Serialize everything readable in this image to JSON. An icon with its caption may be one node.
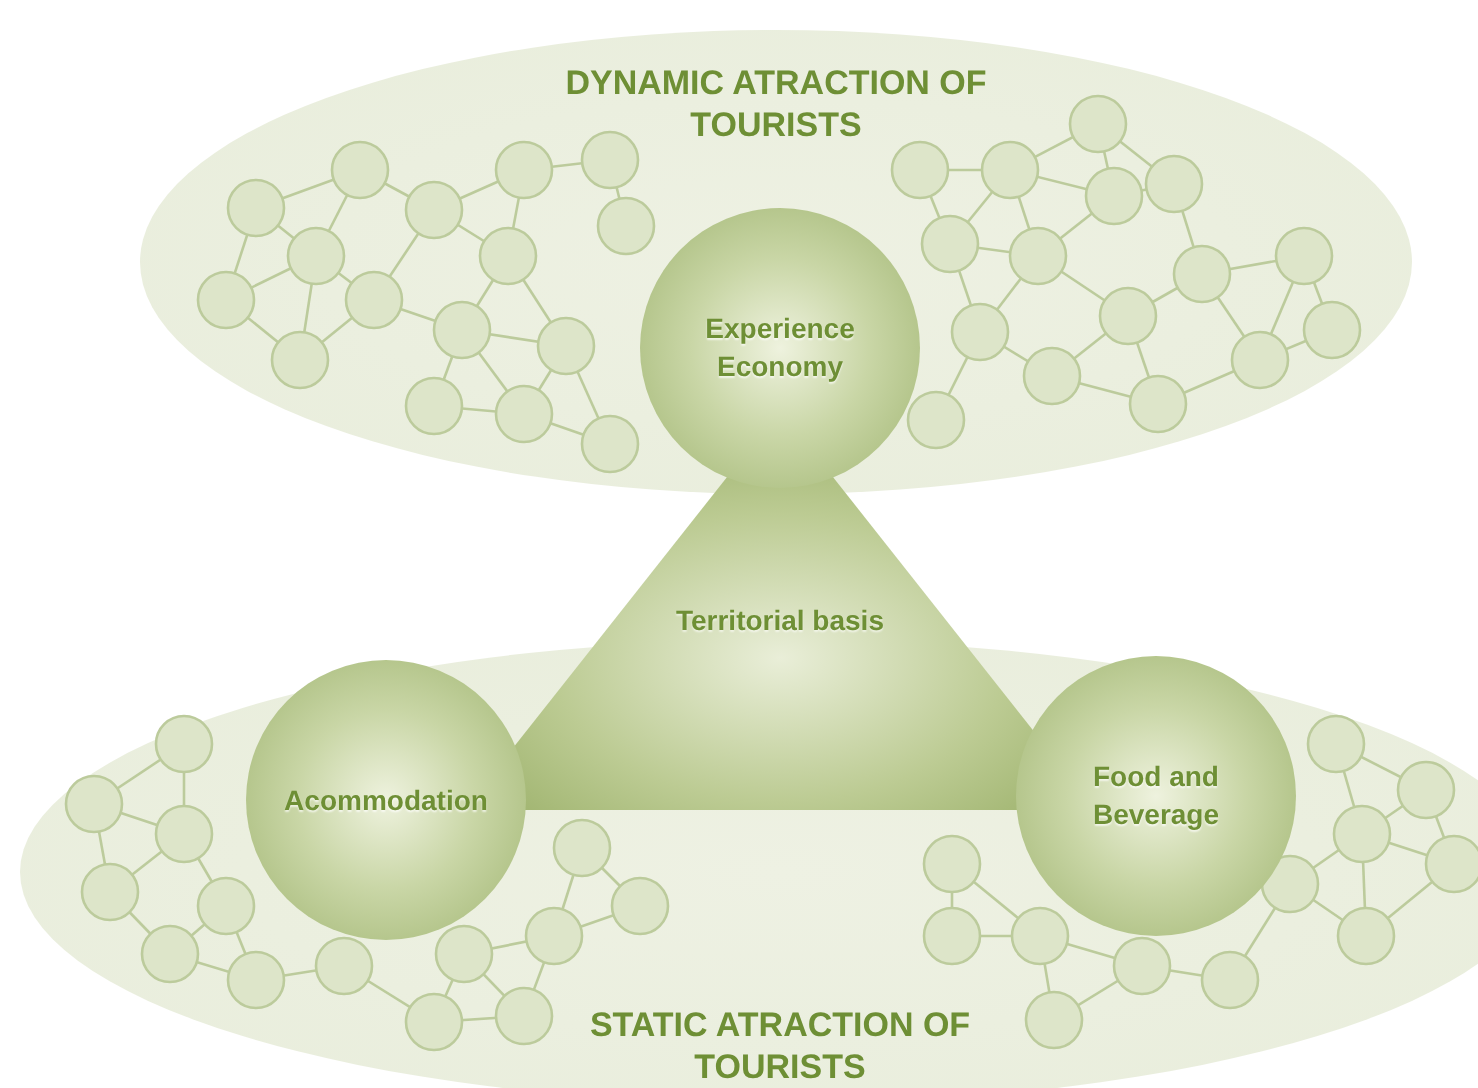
{
  "diagram": {
    "nodes": [
      {
        "text": [
          "DYNAMIC ATRACTION OF TOURISTS"
        ]
      },
      {
        "text": [
          "Experience Economy"
        ],
        "in": 0
      },
      {
        "text": [
          "Territorial basis"
        ]
      },
      {
        "text": [
          "Acommodation"
        ],
        "in": 5
      },
      {
        "text": [
          "Food and Beverage"
        ],
        "in": 5
      },
      {
        "text": [
          "STATIC ATRACTION OF TOURISTS"
        ]
      }
    ],
    "edges": []
  }
}
